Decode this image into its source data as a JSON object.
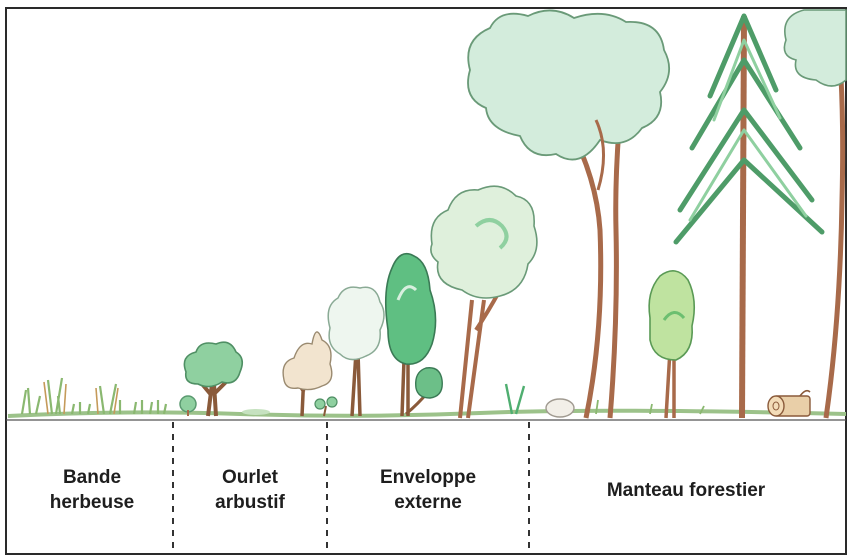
{
  "zones": [
    {
      "label": "Bande\nherbeuse"
    },
    {
      "label": "Ourlet\narbustif"
    },
    {
      "label": "Enveloppe\nexterne"
    },
    {
      "label": "Manteau forestier"
    }
  ],
  "colors": {
    "frame": "#2a2a2a",
    "ground": "#9cc28a",
    "trunk": "#a86a4a",
    "foliage_light": "#cfeadf",
    "foliage_green": "#8fd0a0",
    "conifer": "#4e9c68",
    "sapling": "#bfe3a0",
    "shrub_dry": "#f2e4cf",
    "divider": "#333333"
  },
  "icons": [
    "grass-tuft",
    "bush",
    "young-tree",
    "deciduous-tree",
    "conifer",
    "stone",
    "log"
  ]
}
